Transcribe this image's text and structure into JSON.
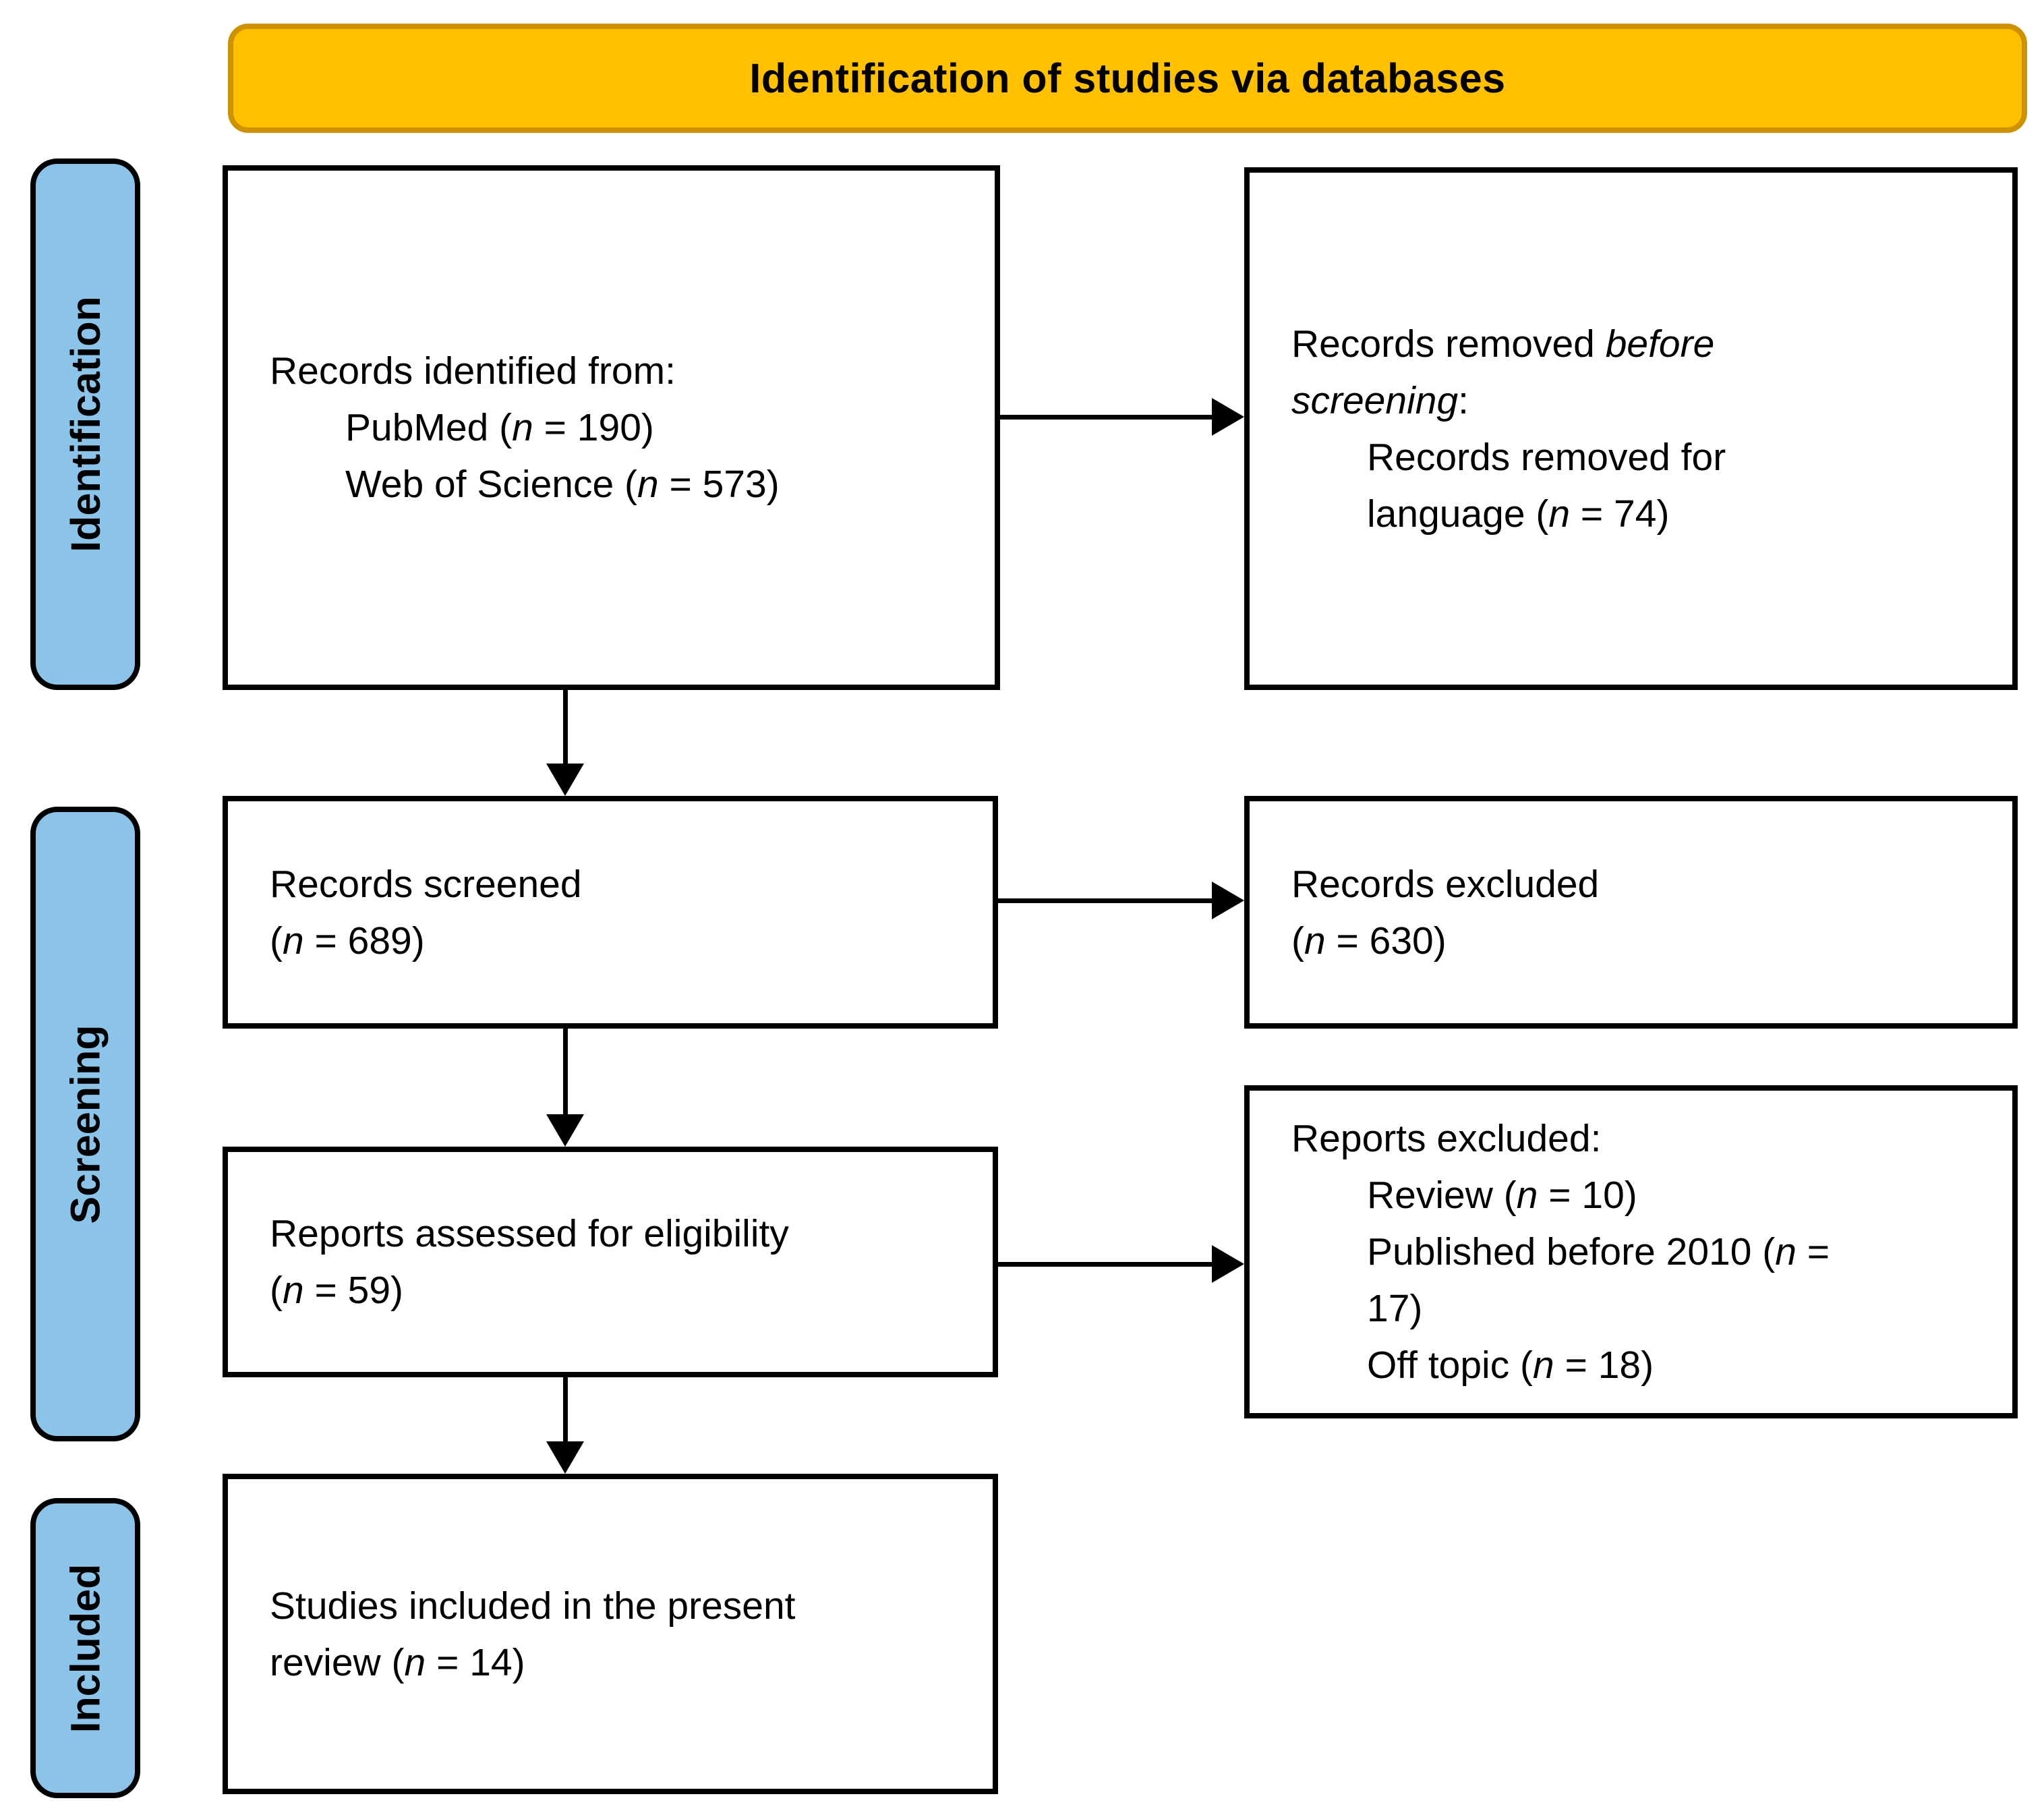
{
  "banner": {
    "title": "Identification of studies via databases"
  },
  "stages": {
    "identification": "Identification",
    "screening": "Screening",
    "included": "Included"
  },
  "boxes": {
    "records_identified": {
      "l1": "Records identified from:",
      "l2": {
        "pre": "PubMed (",
        "n": "n",
        "post": " = 190)"
      },
      "l3": {
        "pre": "Web of Science (",
        "n": "n",
        "post": " = 573)"
      }
    },
    "records_removed": {
      "l1": {
        "pre": "Records removed ",
        "it": "before"
      },
      "l2": {
        "it": "screening",
        "post": ":"
      },
      "l3": "Records removed for",
      "l4": {
        "pre": "language (",
        "n": "n",
        "post": " = 74)"
      }
    },
    "records_screened": {
      "l1": "Records screened",
      "l2": {
        "pre": "(",
        "n": "n",
        "post": " = 689)"
      }
    },
    "records_excluded": {
      "l1": "Records excluded",
      "l2": {
        "pre": "(",
        "n": "n",
        "post": " = 630)"
      }
    },
    "reports_assessed": {
      "l1": "Reports assessed for eligibility",
      "l2": {
        "pre": "(",
        "n": "n",
        "post": " = 59)"
      }
    },
    "reports_excluded": {
      "l1": "Reports excluded:",
      "l2": {
        "pre": "Review (",
        "n": "n",
        "post": " = 10)"
      },
      "l3": {
        "pre": "Published before 2010 (",
        "n": "n",
        "post": " ="
      },
      "l4": "17)",
      "l5": {
        "pre": "Off topic (",
        "n": "n",
        "post": " = 18)"
      }
    },
    "studies_included": {
      "l1": "Studies included in the present",
      "l2": {
        "pre": "review (",
        "n": "n",
        "post": " = 14)"
      }
    }
  },
  "colors": {
    "banner_fill": "#FFC000",
    "banner_border": "#CE9200",
    "stage_fill": "#8CC4E9",
    "stage_border": "#000000",
    "box_fill": "#FFFFFF",
    "box_border": "#000000",
    "arrow": "#000000",
    "text": "#000000",
    "background": "#FFFFFF"
  }
}
